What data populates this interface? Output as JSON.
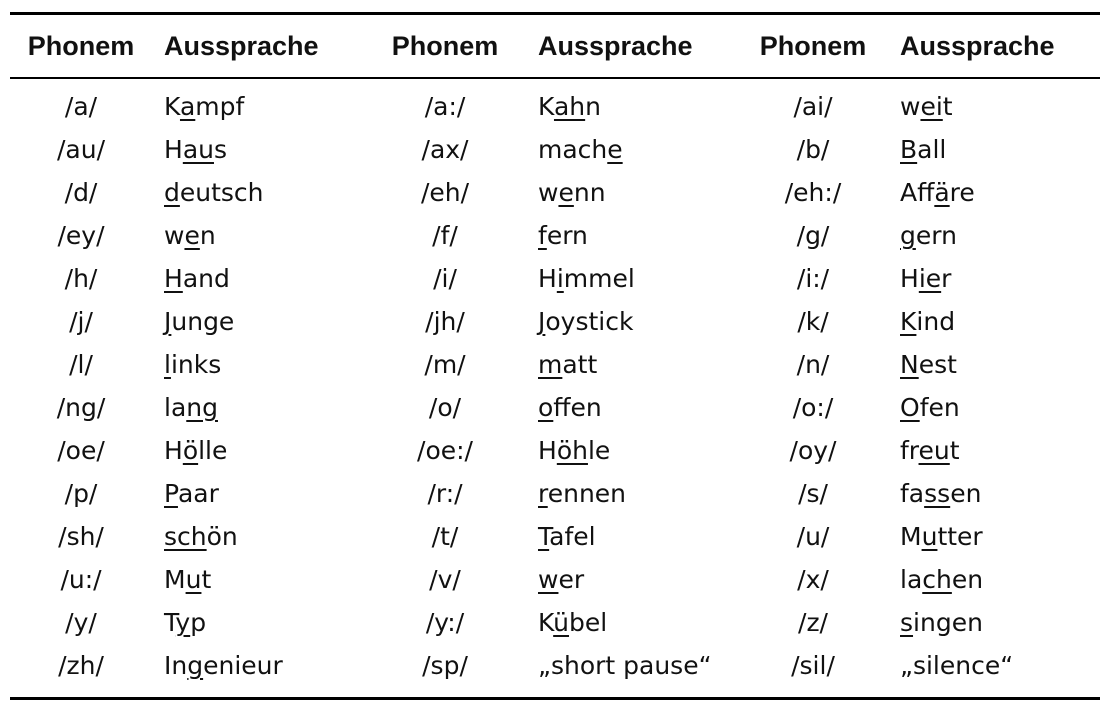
{
  "table": {
    "headers": [
      "Phonem",
      "Aussprache",
      "Phonem",
      "Aussprache",
      "Phonem",
      "Aussprache"
    ],
    "rows": [
      [
        {
          "phoneme": "/a/",
          "word": "Kampf",
          "underline": [
            1,
            2
          ]
        },
        {
          "phoneme": "/a:/",
          "word": "Kahn",
          "underline": [
            1,
            3
          ]
        },
        {
          "phoneme": "/ai/",
          "word": "weit",
          "underline": [
            1,
            3
          ]
        }
      ],
      [
        {
          "phoneme": "/au/",
          "word": "Haus",
          "underline": [
            1,
            3
          ]
        },
        {
          "phoneme": "/ax/",
          "word": "mache",
          "underline": [
            4,
            5
          ]
        },
        {
          "phoneme": "/b/",
          "word": "Ball",
          "underline": [
            0,
            1
          ]
        }
      ],
      [
        {
          "phoneme": "/d/",
          "word": "deutsch",
          "underline": [
            0,
            1
          ]
        },
        {
          "phoneme": "/eh/",
          "word": "wenn",
          "underline": [
            1,
            2
          ]
        },
        {
          "phoneme": "/eh:/",
          "word": "Affäre",
          "underline": [
            3,
            4
          ]
        }
      ],
      [
        {
          "phoneme": "/ey/",
          "word": "wen",
          "underline": [
            1,
            2
          ]
        },
        {
          "phoneme": "/f/",
          "word": "fern",
          "underline": [
            0,
            1
          ]
        },
        {
          "phoneme": "/g/",
          "word": "gern",
          "underline": [
            0,
            1
          ]
        }
      ],
      [
        {
          "phoneme": "/h/",
          "word": "Hand",
          "underline": [
            0,
            1
          ]
        },
        {
          "phoneme": "/i/",
          "word": "Himmel",
          "underline": [
            1,
            2
          ]
        },
        {
          "phoneme": "/i:/",
          "word": "Hier",
          "underline": [
            1,
            3
          ]
        }
      ],
      [
        {
          "phoneme": "/j/",
          "word": "Junge",
          "underline": [
            0,
            1
          ]
        },
        {
          "phoneme": "/jh/",
          "word": "Joystick",
          "underline": [
            0,
            1
          ]
        },
        {
          "phoneme": "/k/",
          "word": "Kind",
          "underline": [
            0,
            1
          ]
        }
      ],
      [
        {
          "phoneme": "/l/",
          "word": "links",
          "underline": [
            0,
            1
          ]
        },
        {
          "phoneme": "/m/",
          "word": "matt",
          "underline": [
            0,
            1
          ]
        },
        {
          "phoneme": "/n/",
          "word": "Nest",
          "underline": [
            0,
            1
          ]
        }
      ],
      [
        {
          "phoneme": "/ng/",
          "word": "lang",
          "underline": [
            2,
            4
          ]
        },
        {
          "phoneme": "/o/",
          "word": "offen",
          "underline": [
            0,
            1
          ]
        },
        {
          "phoneme": "/o:/",
          "word": "Ofen",
          "underline": [
            0,
            1
          ]
        }
      ],
      [
        {
          "phoneme": "/oe/",
          "word": "Hölle",
          "underline": [
            1,
            2
          ]
        },
        {
          "phoneme": "/oe:/",
          "word": "Höhle",
          "underline": [
            1,
            3
          ]
        },
        {
          "phoneme": "/oy/",
          "word": "freut",
          "underline": [
            2,
            4
          ]
        }
      ],
      [
        {
          "phoneme": "/p/",
          "word": "Paar",
          "underline": [
            0,
            1
          ]
        },
        {
          "phoneme": "/r:/",
          "word": "rennen",
          "underline": [
            0,
            1
          ]
        },
        {
          "phoneme": "/s/",
          "word": "fassen",
          "underline": [
            2,
            4
          ]
        }
      ],
      [
        {
          "phoneme": "/sh/",
          "word": "schön",
          "underline": [
            0,
            3
          ]
        },
        {
          "phoneme": "/t/",
          "word": "Tafel",
          "underline": [
            0,
            1
          ]
        },
        {
          "phoneme": "/u/",
          "word": "Mutter",
          "underline": [
            1,
            2
          ]
        }
      ],
      [
        {
          "phoneme": "/u:/",
          "word": "Mut",
          "underline": [
            1,
            2
          ]
        },
        {
          "phoneme": "/v/",
          "word": "wer",
          "underline": [
            0,
            1
          ]
        },
        {
          "phoneme": "/x/",
          "word": "lachen",
          "underline": [
            2,
            4
          ]
        }
      ],
      [
        {
          "phoneme": "/y/",
          "word": "Typ",
          "underline": [
            1,
            2
          ]
        },
        {
          "phoneme": "/y:/",
          "word": "Kübel",
          "underline": [
            1,
            2
          ]
        },
        {
          "phoneme": "/z/",
          "word": "singen",
          "underline": [
            0,
            1
          ]
        }
      ],
      [
        {
          "phoneme": "/zh/",
          "word": "Ingenieur",
          "underline": [
            2,
            3
          ]
        },
        {
          "phoneme": "/sp/",
          "word": "„short pause“",
          "underline": null
        },
        {
          "phoneme": "/sil/",
          "word": "„silence“",
          "underline": null
        }
      ]
    ]
  }
}
